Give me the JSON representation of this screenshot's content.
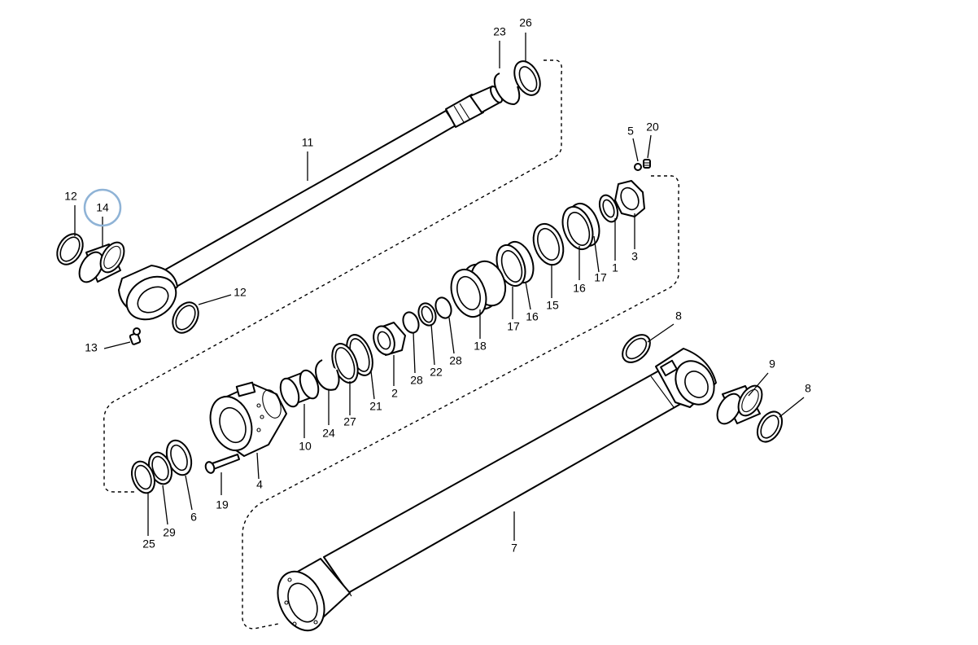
{
  "diagram": {
    "highlight_color": "#8fb3d6",
    "labels": {
      "l1": "1",
      "l2": "2",
      "l3": "3",
      "l4": "4",
      "l5": "5",
      "l6": "6",
      "l7": "7",
      "l8a": "8",
      "l8b": "8",
      "l9": "9",
      "l10": "10",
      "l11": "11",
      "l12a": "12",
      "l12b": "12",
      "l13": "13",
      "l14": "14",
      "l15": "15",
      "l16a": "16",
      "l16b": "16",
      "l17a": "17",
      "l17b": "17",
      "l18": "18",
      "l19": "19",
      "l20": "20",
      "l21": "21",
      "l22": "22",
      "l23": "23",
      "l24": "24",
      "l25": "25",
      "l26": "26",
      "l27": "27",
      "l28a": "28",
      "l28b": "28",
      "l29": "29"
    }
  }
}
